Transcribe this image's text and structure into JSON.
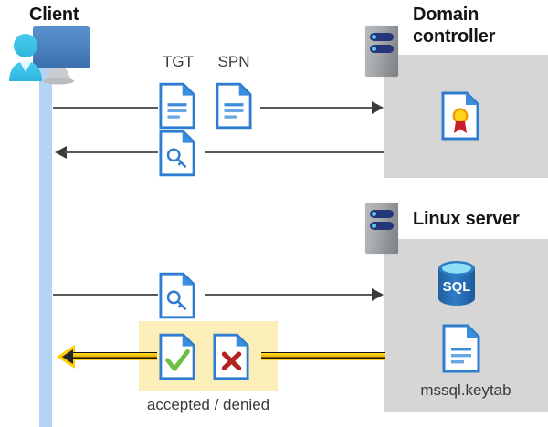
{
  "diagram": {
    "title_client": "Client",
    "title_domain_controller": "Domain\ncontroller",
    "title_linux_server": "Linux server",
    "label_tgt": "TGT",
    "label_spn": "SPN",
    "label_keytab": "mssql.keytab",
    "label_result": "accepted / denied",
    "label_sql": "SQL"
  },
  "colors": {
    "zone_grey": "#d6d6d6",
    "lifeline_blue": "#b3d4f5",
    "doc_blue": "#2f7dd1",
    "doc_fold_blue": "#3c8cdc",
    "line_grey": "#595959",
    "arrow_yellow": "#ffcc00",
    "arrow_dark": "#25252b",
    "highlight_yellow": "#fbeeb8",
    "check_green": "#6cbe45",
    "cross_red": "#b32121",
    "sql_blue": "#2672b8",
    "cert_gold": "#ffd21e",
    "cert_red": "#c8202a",
    "rack_navy": "#25357a",
    "rack_dot": "#5fc8f0",
    "text_dark": "#141414",
    "text_caption": "#3a3a3a",
    "person_cyan": "#3fc6e8",
    "monitor_blue": "#4e88c7"
  },
  "icons": {
    "client": "user-monitor-icon",
    "tgt": "document-text-icon",
    "spn": "document-text-icon",
    "ticket_dc": "document-key-icon",
    "ticket_service": "document-key-icon",
    "certificate": "document-certificate-icon",
    "database": "sql-database-icon",
    "keytab": "document-text-icon",
    "accepted": "document-check-icon",
    "denied": "document-cross-icon",
    "server": "server-rack-icon"
  },
  "flows": [
    {
      "name": "client-to-dc-request",
      "direction": "right",
      "payload": [
        "TGT",
        "SPN"
      ]
    },
    {
      "name": "dc-to-client-ticket",
      "direction": "left",
      "payload": [
        "service ticket"
      ]
    },
    {
      "name": "client-to-linux-ticket",
      "direction": "right",
      "payload": [
        "service ticket"
      ]
    },
    {
      "name": "linux-to-client-result",
      "direction": "left",
      "payload": [
        "accepted",
        "denied"
      ]
    }
  ]
}
